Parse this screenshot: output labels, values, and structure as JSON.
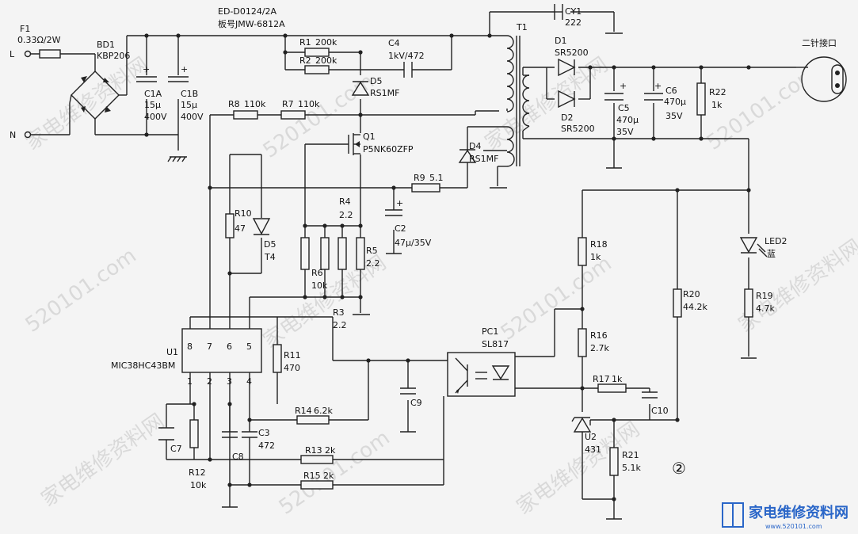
{
  "board": {
    "model": "ED-D0124/2A",
    "board_no": "板号JMW-6812A"
  },
  "connector_label": "二针接口",
  "inputs": {
    "live": "L",
    "neutral": "N"
  },
  "figure_mark": "②",
  "components": {
    "F1": {
      "ref": "F1",
      "value": "0.33Ω/2W"
    },
    "BD1": {
      "ref": "BD1",
      "value": "KBP206"
    },
    "C1A": {
      "ref": "C1A",
      "value1": "15µ",
      "value2": "400V"
    },
    "C1B": {
      "ref": "C1B",
      "value1": "15µ",
      "value2": "400V"
    },
    "R1": {
      "ref": "R1",
      "value": "200k"
    },
    "R2": {
      "ref": "R2",
      "value": "200k"
    },
    "C4": {
      "ref": "C4",
      "value": "1kV/472"
    },
    "D5": {
      "ref": "D5",
      "value": "RS1MF"
    },
    "D5b": {
      "ref": "D5",
      "value": "T4"
    },
    "R8": {
      "ref": "R8",
      "value": "110k"
    },
    "R7": {
      "ref": "R7",
      "value": "110k"
    },
    "Q1": {
      "ref": "Q1",
      "value": "P5NK60ZFP"
    },
    "T1": {
      "ref": "T1"
    },
    "CY1": {
      "ref": "CY1",
      "value": "222"
    },
    "D1": {
      "ref": "D1",
      "value": "SR5200"
    },
    "D2": {
      "ref": "D2",
      "value": "SR5200"
    },
    "C5": {
      "ref": "C5",
      "value1": "470µ",
      "value2": "35V"
    },
    "C6": {
      "ref": "C6",
      "value1": "470µ",
      "value2": "35V"
    },
    "R22": {
      "ref": "R22",
      "value": "1k"
    },
    "D4": {
      "ref": "D4",
      "value": "RS1MF"
    },
    "R9": {
      "ref": "R9",
      "value": "5.1"
    },
    "R10": {
      "ref": "R10",
      "value": "47"
    },
    "R4": {
      "ref": "R4",
      "value": "2.2"
    },
    "C2": {
      "ref": "C2",
      "value": "47µ/35V"
    },
    "R6": {
      "ref": "R6",
      "value": "10k"
    },
    "R5": {
      "ref": "R5",
      "value": "2.2"
    },
    "R3": {
      "ref": "R3",
      "value": "2.2"
    },
    "U1": {
      "ref": "U1",
      "value": "MIC38HC43BM",
      "pins": [
        "8",
        "7",
        "6",
        "5",
        "1",
        "2",
        "3",
        "4"
      ]
    },
    "R11": {
      "ref": "R11",
      "value": "470"
    },
    "R14": {
      "ref": "R14",
      "value": "6.2k"
    },
    "C3": {
      "ref": "C3",
      "value": "472"
    },
    "C7": {
      "ref": "C7"
    },
    "C8": {
      "ref": "C8"
    },
    "C9": {
      "ref": "C9"
    },
    "R12": {
      "ref": "R12",
      "value": "10k"
    },
    "R13": {
      "ref": "R13",
      "value": "2k"
    },
    "R15": {
      "ref": "R15",
      "value": "2k"
    },
    "PC1": {
      "ref": "PC1",
      "value": "SL817"
    },
    "R18": {
      "ref": "R18",
      "value": "1k"
    },
    "R16": {
      "ref": "R16",
      "value": "2.7k"
    },
    "R17": {
      "ref": "R17",
      "value": "1k"
    },
    "C10": {
      "ref": "C10"
    },
    "U2": {
      "ref": "U2",
      "value": "431"
    },
    "R21": {
      "ref": "R21",
      "value": "5.1k"
    },
    "R20": {
      "ref": "R20",
      "value": "44.2k"
    },
    "LED2": {
      "ref": "LED2",
      "value": "蓝"
    },
    "R19": {
      "ref": "R19",
      "value": "4.7k"
    }
  },
  "watermark": {
    "text": "家电维修资料网",
    "url": "520101.com"
  },
  "brand": {
    "name": "家电维修资料网",
    "url": "www.520101.com"
  }
}
